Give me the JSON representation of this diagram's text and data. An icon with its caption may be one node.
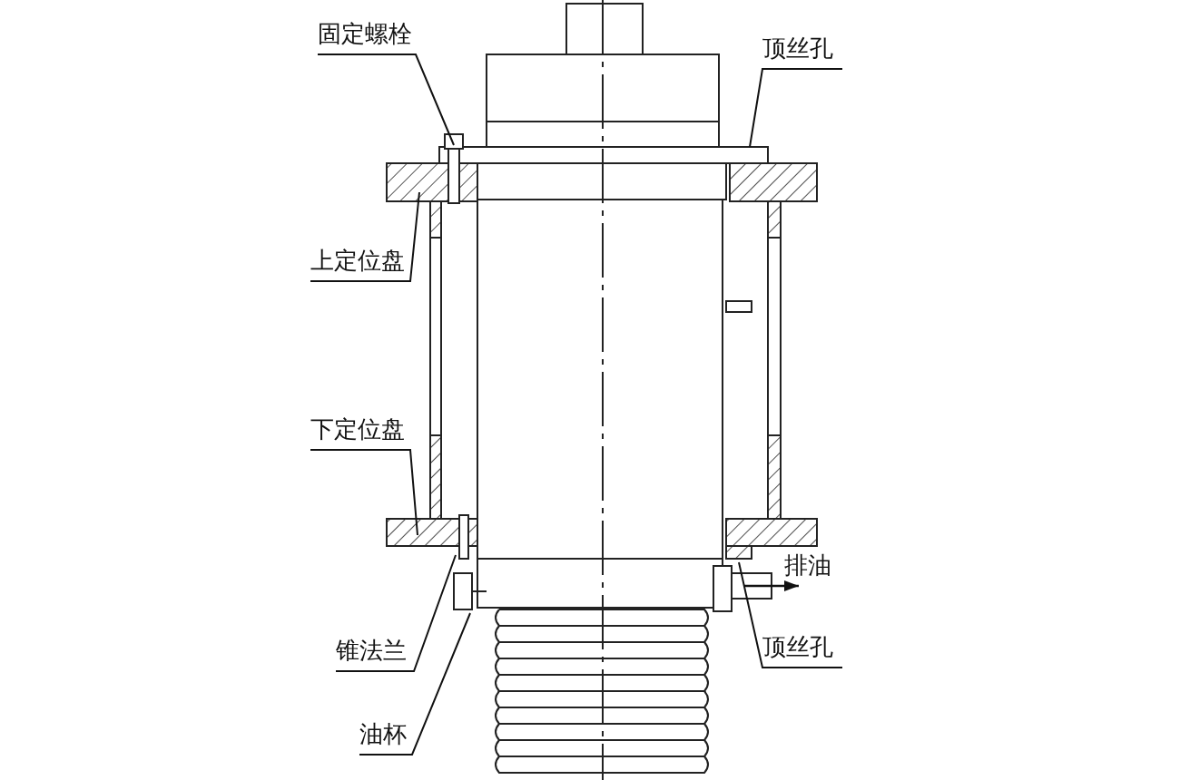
{
  "diagram": {
    "nodes": [
      {
        "text": [
          "固定螺栓"
        ]
      },
      {
        "text": [
          "顶丝孔"
        ]
      },
      {
        "text": [
          "上定位盘"
        ]
      },
      {
        "text": [
          "下定位盘"
        ]
      },
      {
        "text": [
          "锥法兰"
        ]
      },
      {
        "text": [
          "油杯"
        ]
      },
      {
        "text": [
          "顶丝孔"
        ]
      }
    ],
    "edges": [
      {
        "from": 0,
        "to": null,
        "arrow": "none"
      },
      {
        "from": 1,
        "to": null,
        "arrow": "none"
      },
      {
        "from": 2,
        "to": null,
        "arrow": "none"
      },
      {
        "from": 3,
        "to": null,
        "arrow": "none"
      },
      {
        "from": 4,
        "to": null,
        "arrow": "none"
      },
      {
        "from": 5,
        "to": null,
        "arrow": "none"
      },
      {
        "from": 6,
        "to": null,
        "arrow": "none"
      }
    ],
    "labels": [
      "排油"
    ]
  }
}
